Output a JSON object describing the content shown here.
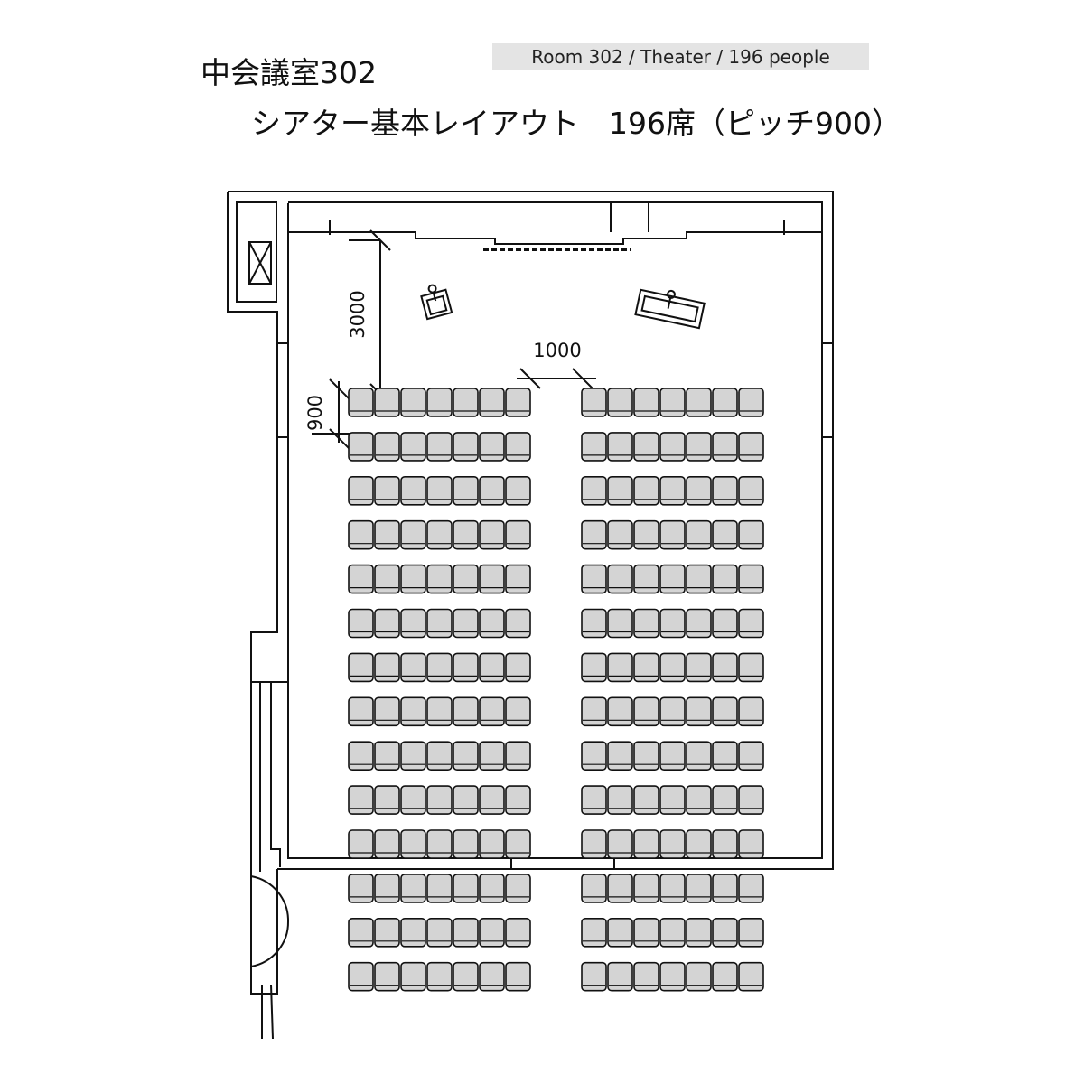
{
  "header": {
    "room_title": "中会議室302",
    "badge": "Room 302 / Theater / 196 people",
    "layout_title": "シアター基本レイアウト　196席（ピッチ900）"
  },
  "dimensions": {
    "stage_to_front_row": "3000",
    "center_aisle": "1000",
    "row_pitch": "900"
  },
  "seating": {
    "blocks": 2,
    "rows": 14,
    "seats_per_row_per_block": 7,
    "total": 196
  },
  "colors": {
    "seat_fill": "#d4d4d4",
    "line": "#111111"
  }
}
